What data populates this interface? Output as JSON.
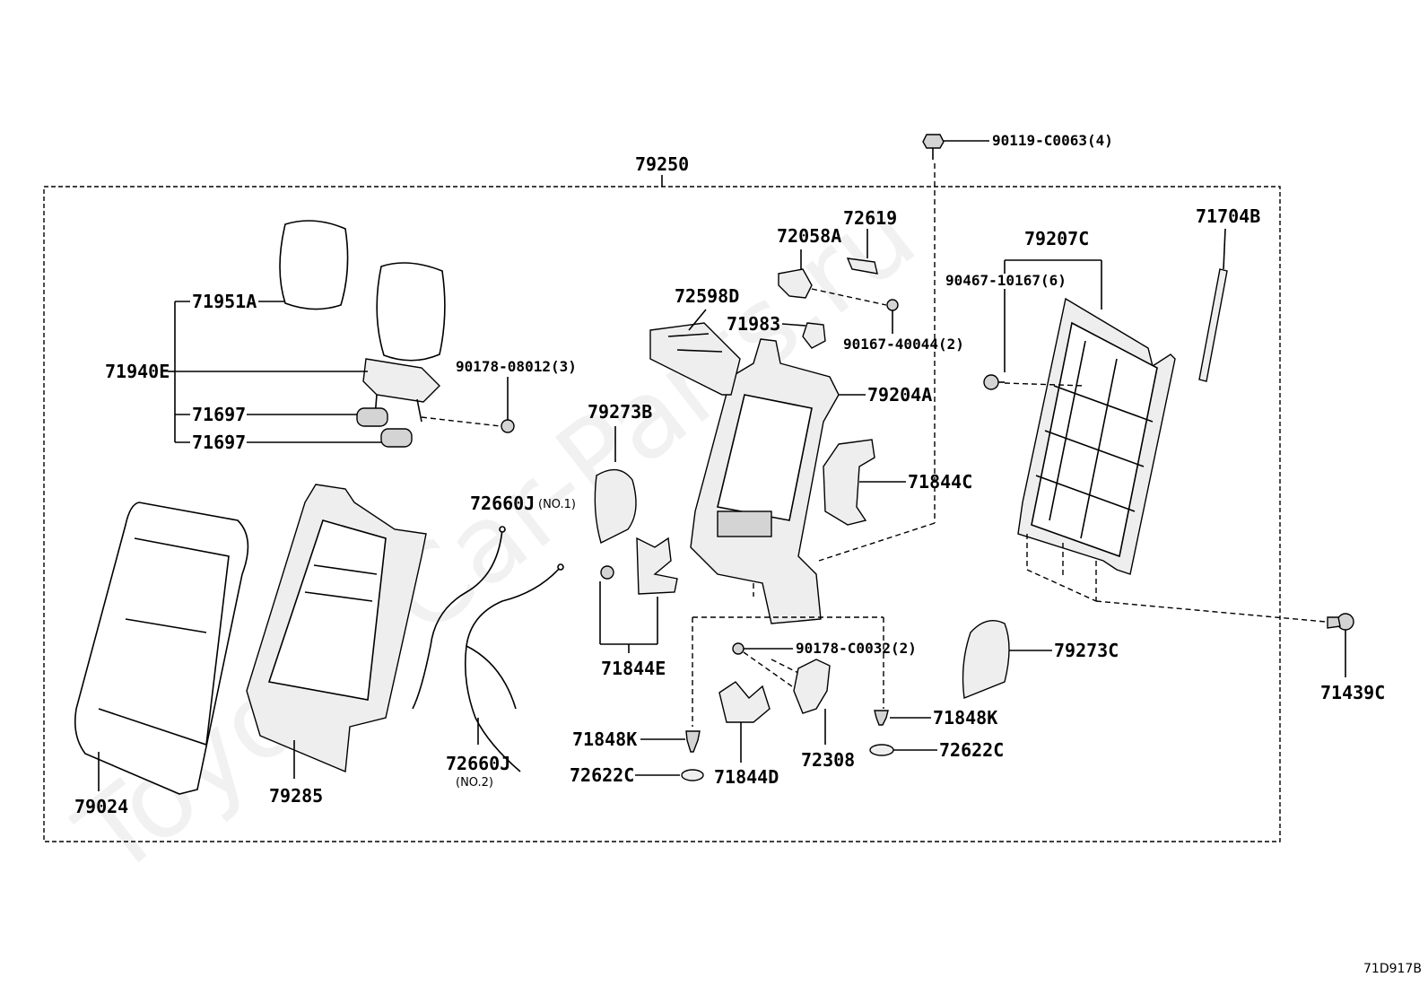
{
  "assembly": {
    "number": "79250"
  },
  "watermark": "Toyota-Car-Parts.ru",
  "diagram_code": "71D917B",
  "labels": {
    "p71951A": "71951A",
    "p71940E": "71940E",
    "p71697a": "71697",
    "p71697b": "71697",
    "p90178_08012": "90178-08012(3)",
    "p72660J_1": "72660J",
    "p72660J_1_note": "(NO.1)",
    "p72660J_2": "72660J",
    "p72660J_2_note": "(NO.2)",
    "p79024": "79024",
    "p79285": "79285",
    "p79273B": "79273B",
    "p71844E": "71844E",
    "p72598D": "72598D",
    "p71983": "71983",
    "p72058A": "72058A",
    "p72619": "72619",
    "p90167_40044": "90167-40044(2)",
    "p79204A": "79204A",
    "p71844C": "71844C",
    "p90178_C0032": "90178-C0032(2)",
    "p71848K_a": "71848K",
    "p71848K_b": "71848K",
    "p72622C_a": "72622C",
    "p72622C_b": "72622C",
    "p71844D": "71844D",
    "p72308": "72308",
    "p79273C": "79273C",
    "p90119_C0063": "90119-C0063(4)",
    "p90467_10167": "90467-10167(6)",
    "p79207C": "79207C",
    "p71704B": "71704B",
    "p71439C": "71439C"
  }
}
